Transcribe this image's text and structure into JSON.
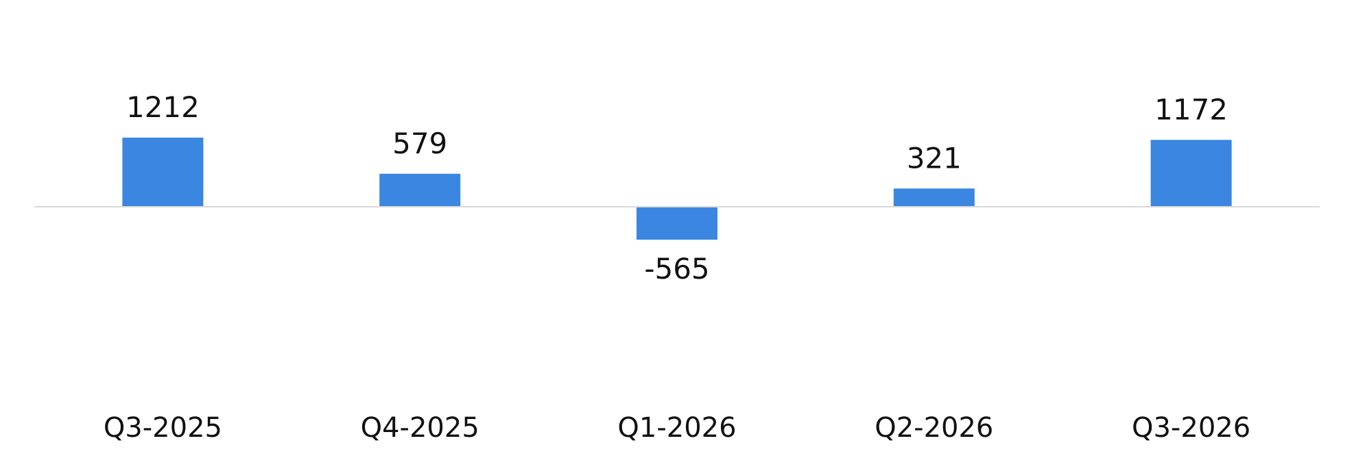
{
  "chart_data": {
    "type": "bar",
    "categories": [
      "Q3-2025",
      "Q4-2025",
      "Q1-2026",
      "Q2-2026",
      "Q3-2026"
    ],
    "values": [
      1212,
      579,
      -565,
      321,
      1172
    ],
    "data_labels": [
      "1212",
      "579",
      "-565",
      "321",
      "1172"
    ],
    "title": "",
    "xlabel": "",
    "ylabel": "",
    "grid": false,
    "legend": "none",
    "colors": {
      "bar": "#3A86E0",
      "axis": "#D9D9D9",
      "text": "#111111"
    }
  }
}
